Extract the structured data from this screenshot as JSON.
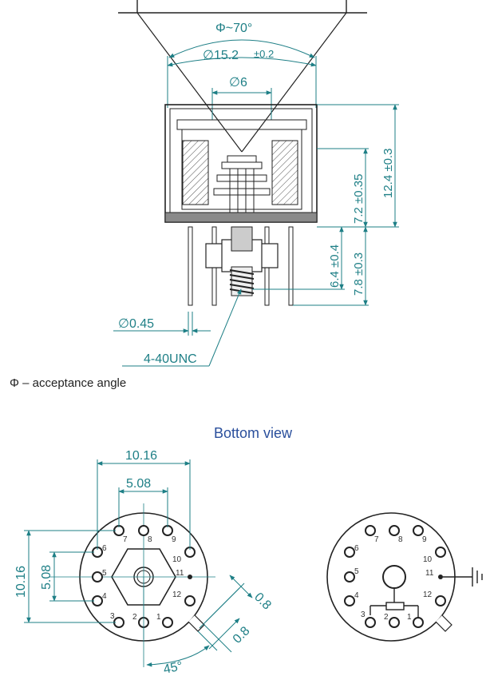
{
  "side_view": {
    "dims": {
      "acceptance": "Φ~70°",
      "window_dia": "∅15.2",
      "window_dia_tol": "±0.2",
      "inner_dia": "∅6",
      "height_total": "12.4 ±0.3",
      "height_body": "7.2 ±0.35",
      "stud_len": "6.4 ±0.4",
      "pin_len": "7.8 ±0.3",
      "pin_dia": "∅0.45",
      "thread": "4-40UNC"
    },
    "legend": "Φ – acceptance angle"
  },
  "bottom_view": {
    "title": "Bottom view",
    "dims": {
      "width_outer": "10.16",
      "width_inner": "5.08",
      "height_outer": "10.16",
      "height_inner": "5.08",
      "key_a": "0.8",
      "key_b": "0.8",
      "angle": "45°"
    },
    "pins_left": [
      "1",
      "2",
      "3",
      "4",
      "5",
      "6",
      "7",
      "8",
      "9",
      "10",
      "11",
      "12"
    ],
    "pins_right": [
      "1",
      "2",
      "3",
      "4",
      "5",
      "6",
      "7",
      "8",
      "9",
      "10",
      "11",
      "12"
    ]
  },
  "colors": {
    "dimension": "#1e7f86",
    "outline": "#222222",
    "title": "#2a4f9c"
  }
}
